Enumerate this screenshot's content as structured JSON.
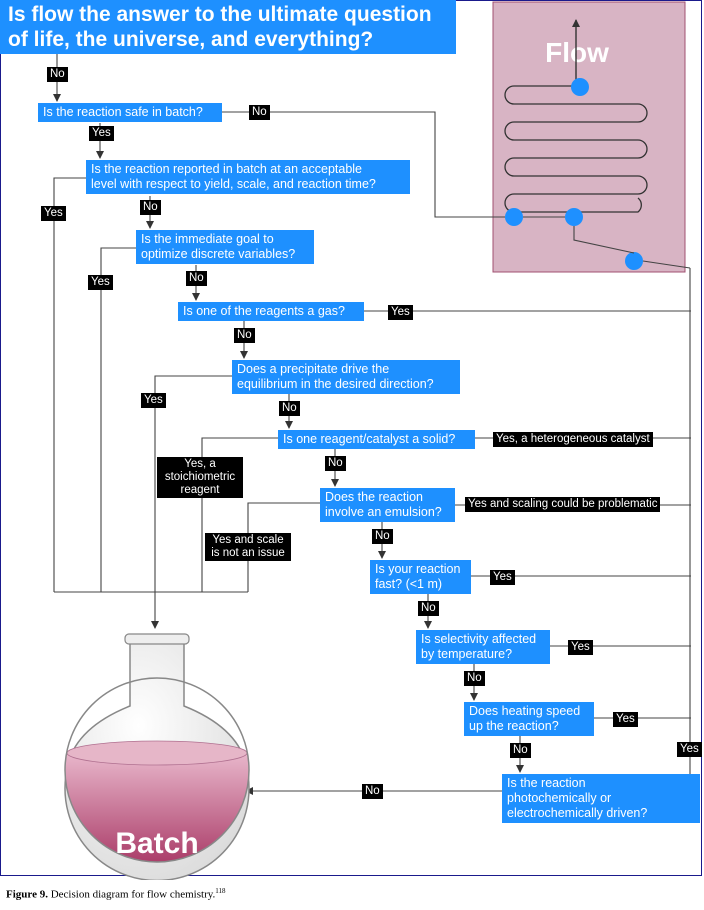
{
  "title": "Is flow the answer to the ultimate question\nof life, the universe, and everything?",
  "flow_label": "Flow",
  "batch_label": "Batch",
  "questions": {
    "q1": "Is the reaction safe in batch?",
    "q2": "Is the reaction reported in batch at an acceptable\nlevel with respect to yield, scale, and reaction time?",
    "q3": "Is the immediate goal to\noptimize discrete variables?",
    "q4": "Is one of the reagents a gas?",
    "q5": "Does a precipitate drive the\nequilibrium in the desired direction?",
    "q6": "Is one reagent/catalyst a solid?",
    "q7": "Does the reaction\ninvolve an emulsion?",
    "q8": "Is your reaction\nfast? (<1 m)",
    "q9": "Is selectivity affected\nby temperature?",
    "q10": "Does heating speed\nup the reaction?",
    "q11": "Is the reaction\nphotochemically or\nelectrochemically driven?"
  },
  "labels": {
    "no_top": "No",
    "q1_no": "No",
    "q1_yes": "Yes",
    "q2_yes": "Yes",
    "q2_no": "No",
    "q3_yes": "Yes",
    "q3_no": "No",
    "q4_yes": "Yes",
    "q4_no": "No",
    "q5_yes": "Yes",
    "q5_no": "No",
    "q6_solid": "Yes, a\nstoichiometric\nreagent",
    "q6_cat": "Yes, a heterogeneous catalyst",
    "q6_no": "No",
    "q7_yes_batch": "Yes and scale\nis not an issue",
    "q7_yes_flow": "Yes and scaling could be problematic",
    "q7_no": "No",
    "q8_yes": "Yes",
    "q8_no": "No",
    "q9_yes": "Yes",
    "q9_no": "No",
    "q10_yes": "Yes",
    "q10_no": "No",
    "q11_yes": "Yes",
    "q11_no": "No"
  },
  "caption": {
    "label": "Figure 9.",
    "text": " Decision diagram for flow chemistry.",
    "ref": "118"
  },
  "colors": {
    "question_box": "#1e90ff",
    "label_box": "#000000",
    "flow_panel": "#d8b4c4",
    "flow_dot": "#1e90ff",
    "batch_liquid": "#b03060"
  }
}
